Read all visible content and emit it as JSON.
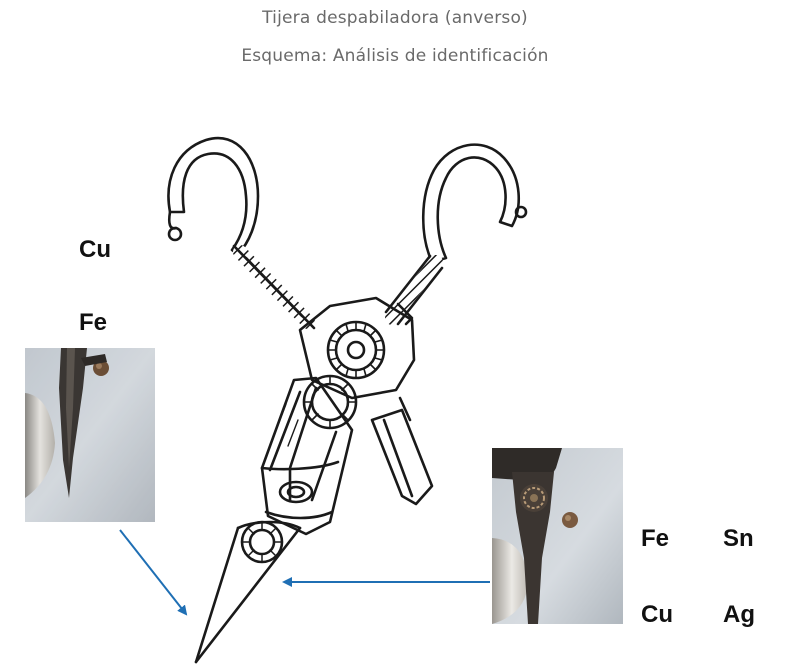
{
  "header": {
    "title": "Tijera despabiladora (anverso)",
    "subtitle": "Esquema: Análisis de identificación"
  },
  "left_analysis": {
    "elements": [
      "Cu",
      "Fe"
    ]
  },
  "right_analysis": {
    "elements": [
      "Fe",
      "Sn",
      "Cu",
      "Ag"
    ]
  },
  "colors": {
    "arrow": "#1f6fb4",
    "drawing": "#1a1a1a",
    "title_text": "#6a6a6a"
  }
}
